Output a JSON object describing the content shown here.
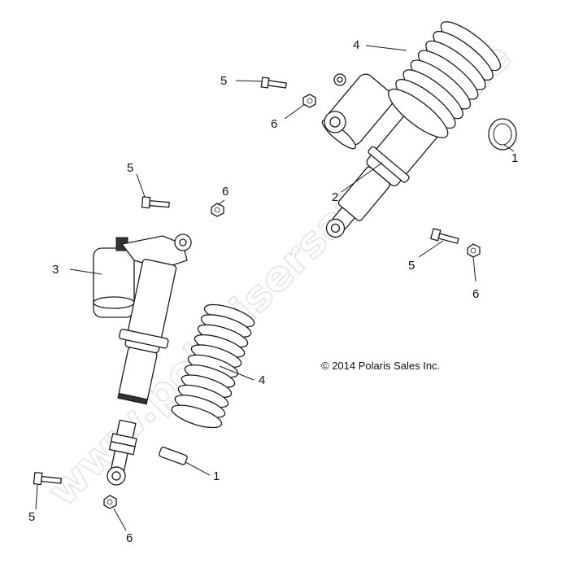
{
  "watermark": "www.polarisersatzteile.de",
  "copyright": "© 2014 Polaris Sales Inc.",
  "callouts": [
    {
      "id": "spring-right",
      "text": "4"
    },
    {
      "id": "bolt-top",
      "text": "5"
    },
    {
      "id": "nut-top",
      "text": "6"
    },
    {
      "id": "spacer-right",
      "text": "1"
    },
    {
      "id": "shock-right",
      "text": "2"
    },
    {
      "id": "bolt-mid-left",
      "text": "5"
    },
    {
      "id": "nut-mid-left",
      "text": "6"
    },
    {
      "id": "bolt-right",
      "text": "5"
    },
    {
      "id": "nut-right",
      "text": "6"
    },
    {
      "id": "shock-left",
      "text": "3"
    },
    {
      "id": "spring-left",
      "text": "4"
    },
    {
      "id": "spacer-left",
      "text": "1"
    },
    {
      "id": "bolt-bottom",
      "text": "5"
    },
    {
      "id": "nut-bottom",
      "text": "6"
    }
  ]
}
